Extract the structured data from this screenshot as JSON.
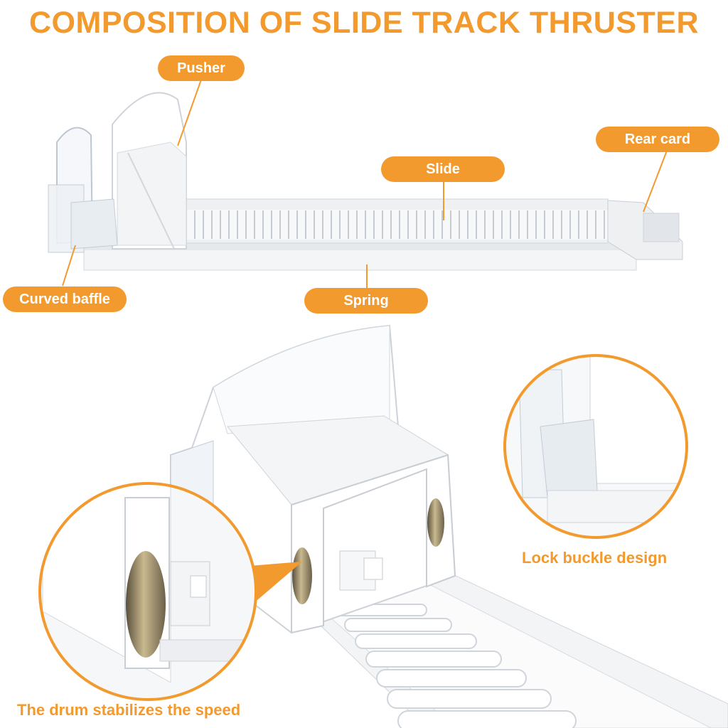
{
  "title": "COMPOSITION OF SLIDE TRACK THRUSTER",
  "labels": {
    "pusher": "Pusher",
    "slide": "Slide",
    "rear_card": "Rear card",
    "curved_baffle": "Curved baffle",
    "spring": "Spring"
  },
  "captions": {
    "lock_buckle": "Lock buckle design",
    "drum": "The drum stabilizes the speed"
  },
  "colors": {
    "accent": "#f39a2e",
    "product": "#ffffff",
    "shadow": "#d9dde2"
  }
}
